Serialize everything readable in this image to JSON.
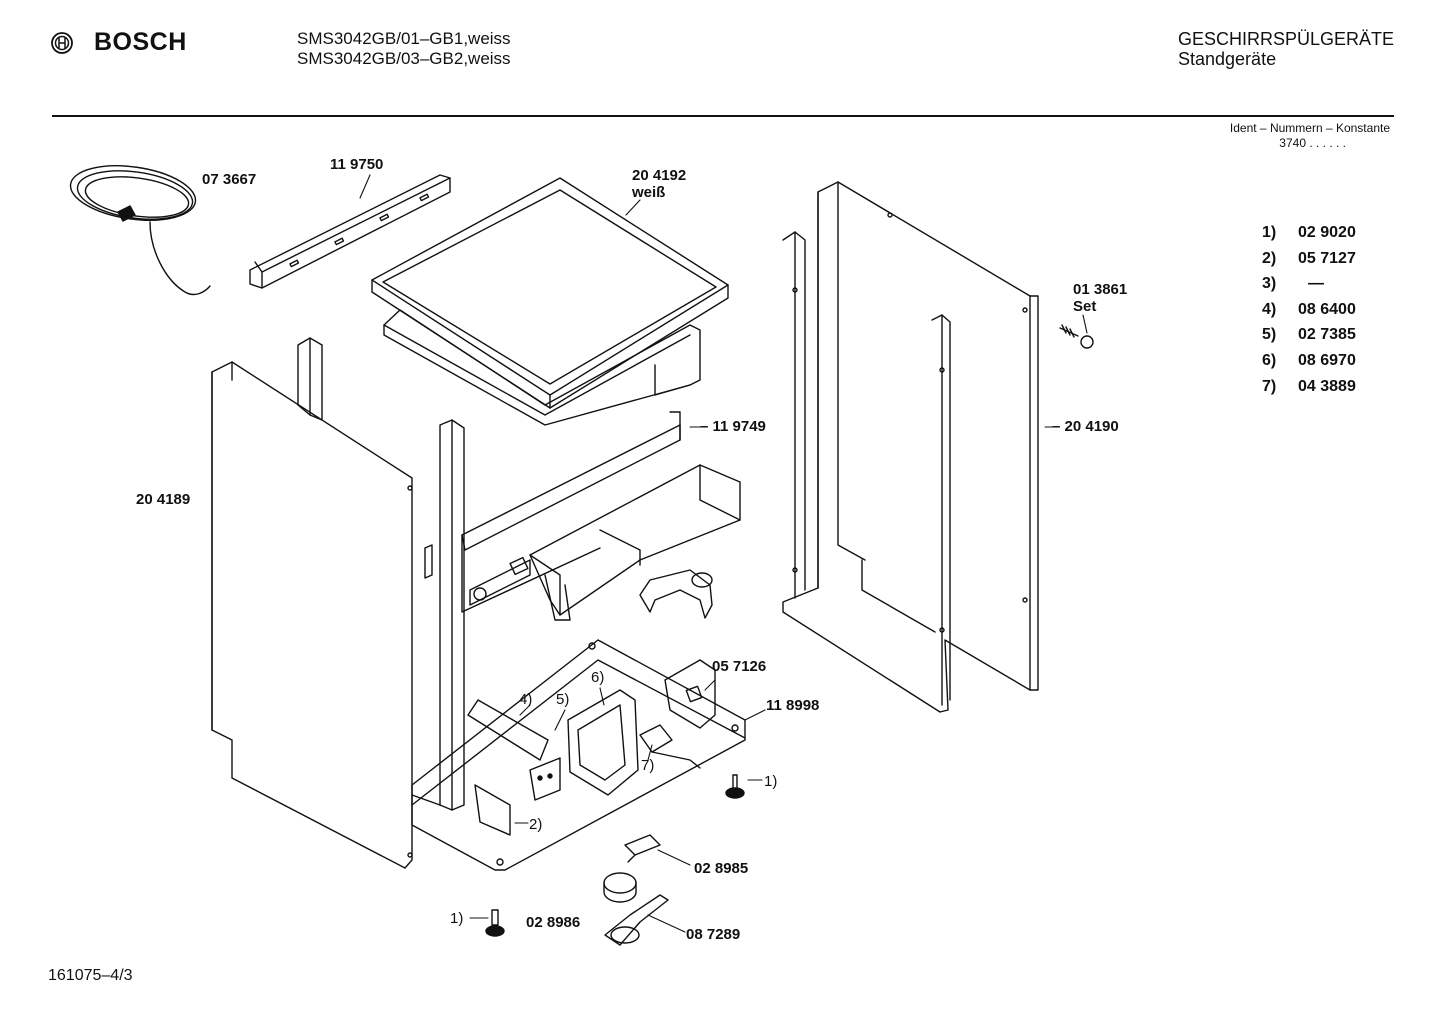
{
  "header": {
    "brand": "BOSCH",
    "models": [
      "SMS3042GB/01–GB1,weiss",
      "SMS3042GB/03–GB2,weiss"
    ],
    "category": "GESCHIRRSPÜLGERÄTE",
    "subcategory": "Standgeräte"
  },
  "ident": {
    "title": "Ident – Nummern – Konstante",
    "value": "3740  .  .  .  .  .  ."
  },
  "legend": [
    {
      "key": "1)",
      "value": "02 9020"
    },
    {
      "key": "2)",
      "value": "05 7127"
    },
    {
      "key": "3)",
      "value": "—"
    },
    {
      "key": "4)",
      "value": "08 6400"
    },
    {
      "key": "5)",
      "value": "02 7385"
    },
    {
      "key": "6)",
      "value": "08 6970"
    },
    {
      "key": "7)",
      "value": "04 3889"
    }
  ],
  "parts": {
    "p073667": "07 3667",
    "p119750": "11 9750",
    "p204192": "20 4192",
    "p204192_note": "weiß",
    "p013861": "01 3861",
    "p013861_note": "Set",
    "p119749": "– 11 9749",
    "p204190": "– 20 4190",
    "p204189": "20 4189",
    "p057126": "05 7126",
    "p118998": "11 8998",
    "c4": "4)",
    "c5": "5)",
    "c6": "6)",
    "c7": "7)",
    "c1a": "1)",
    "c2": "2)",
    "p028985": "02 8985",
    "c1b": "1)",
    "p028986": "02 8986",
    "p087289": "08 7289"
  },
  "footer": {
    "code": "161075–4/3"
  }
}
